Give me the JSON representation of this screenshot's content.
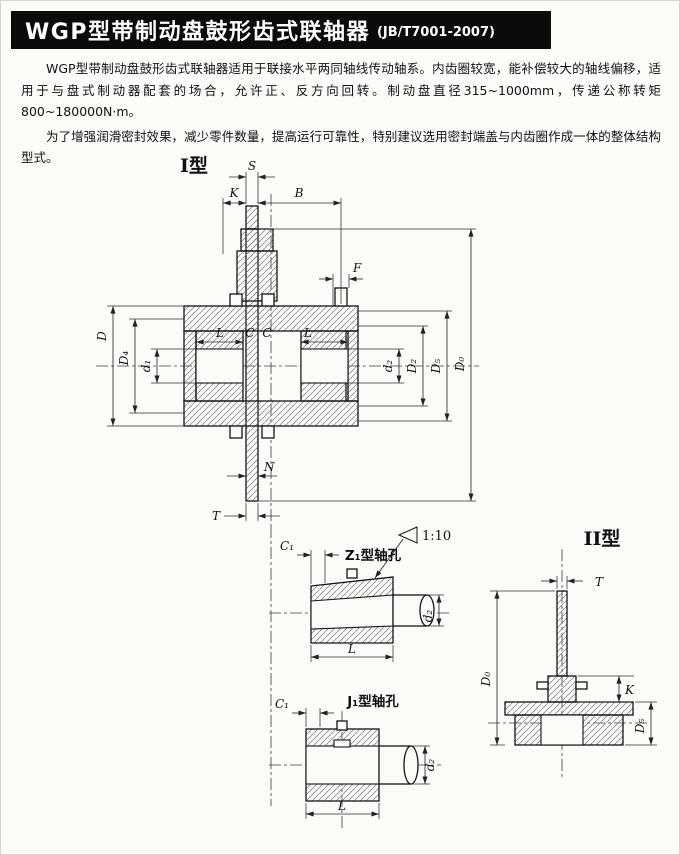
{
  "header": {
    "title": "WGP型带制动盘鼓形齿式联轴器",
    "standard": "(JB/T7001-2007)"
  },
  "paragraphs": {
    "p1": "WGP型带制动盘鼓形齿式联轴器适用于联接水平两同轴线传动轴系。内齿圈较宽，能补偿较大的轴线偏移，适用于与盘式制动器配套的场合，允许正、反方向回转。制动盘直径315~1000mm，传递公称转矩800~180000N·m。",
    "p2": "为了增强润滑密封效果，减少零件数量，提高运行可靠性，特别建议选用密封端盖与内齿圈作成一体的整体结构型式。"
  },
  "drawing": {
    "type1_label": "I型",
    "type2_label": "II型",
    "taper_label": "1:10",
    "z1_label": "Z₁型轴孔",
    "j1_label": "J₁型轴孔",
    "dims": {
      "S": "S",
      "K": "K",
      "B": "B",
      "F": "F",
      "D": "D",
      "D4": "D₄",
      "d1": "d₁",
      "L": "L",
      "C": "C",
      "d2": "d₂",
      "D2": "D₂",
      "D5": "D₅",
      "D0": "D₀",
      "N": "N",
      "T": "T",
      "C1": "C₁"
    }
  }
}
